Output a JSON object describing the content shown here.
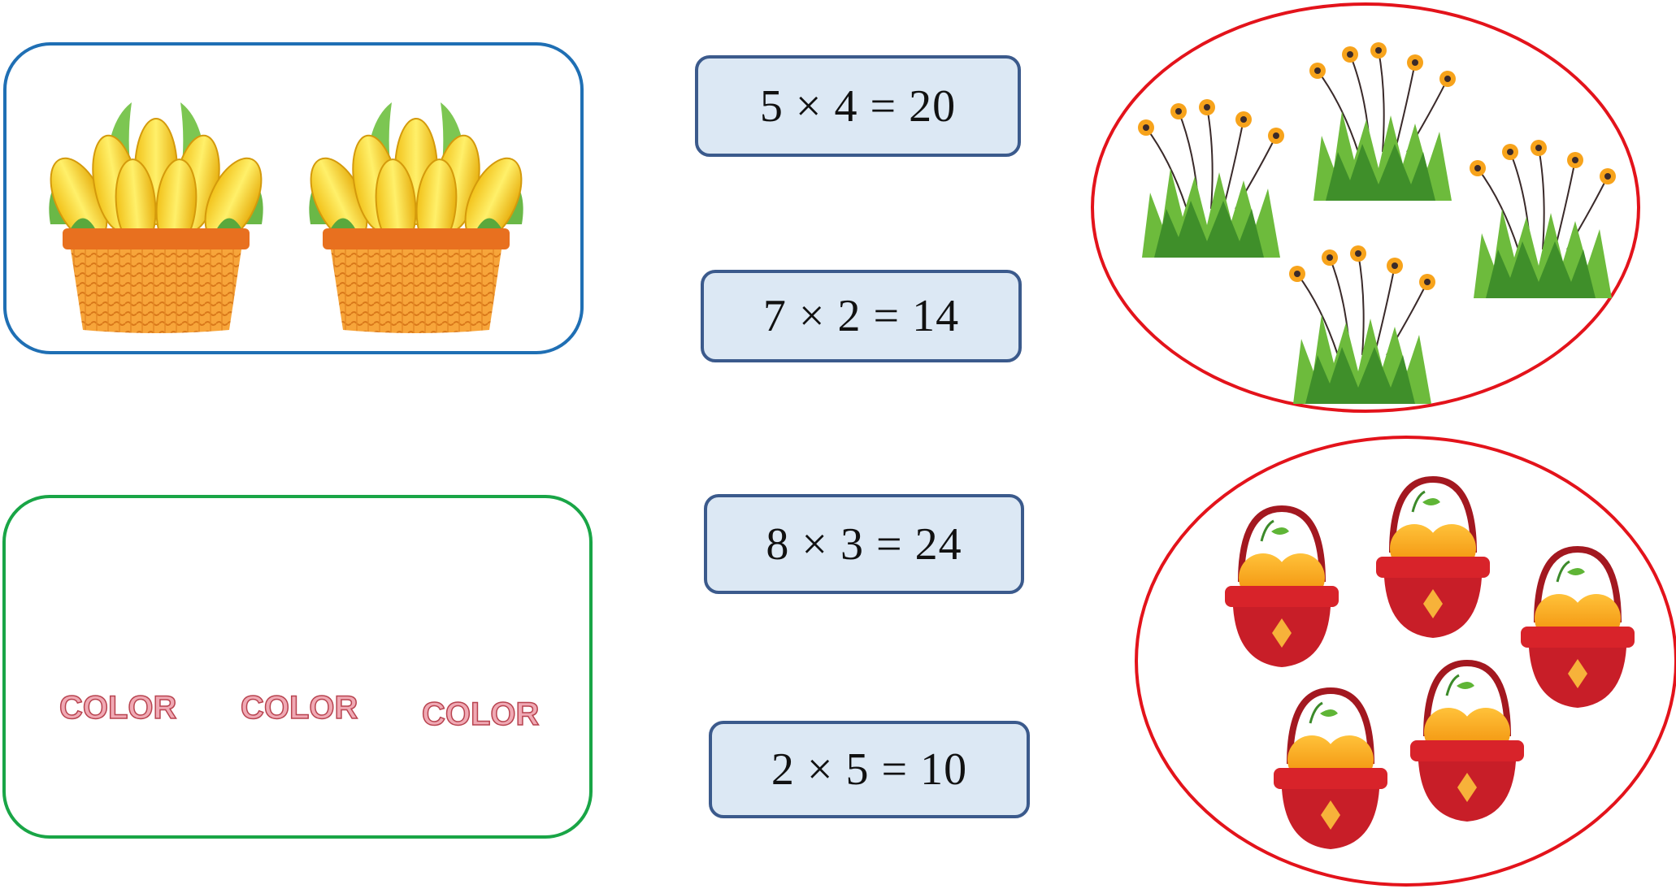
{
  "equations": [
    {
      "text": "5 × 4 = 20"
    },
    {
      "text": "7 × 2 = 14"
    },
    {
      "text": "8 × 3 = 24"
    },
    {
      "text": "2 × 5 = 10"
    }
  ],
  "crayon_box_label": "COLOR",
  "groups": {
    "corn_baskets": 2,
    "crayon_boxes": 3,
    "flower_clumps": 4,
    "orange_baskets": 5
  },
  "colors": {
    "corn_border": "#1f6fb4",
    "crayon_border": "#19a546",
    "oval_border": "#e3131b",
    "card_fill": "#dce8f4",
    "card_border": "#3b5a8c"
  },
  "icons": [
    "corn-basket-icon",
    "crayon-box-icon",
    "flower-clump-icon",
    "orange-basket-icon"
  ]
}
